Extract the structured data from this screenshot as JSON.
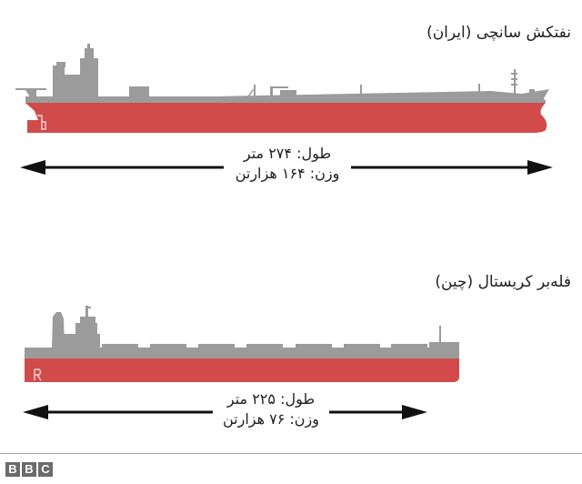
{
  "ships": [
    {
      "name": "نفتکش سانچی (ایران)",
      "length_label": "طول: ۲۷۴ متر",
      "weight_label": "وزن: ۱۶۴ هزارتن",
      "length_m": 274,
      "weight_kt": 164
    },
    {
      "name": "فله‌بر کریستال (چین)",
      "length_label": "طول: ۲۲۵ متر",
      "weight_label": "وزن: ۷۶ هزارتن",
      "length_m": 225,
      "weight_kt": 76
    }
  ],
  "colors": {
    "hull": "#d24b4b",
    "superstructure": "#9b9b9b",
    "arrow": "#111111",
    "logo": "#6b6b6b"
  },
  "footer": {
    "logo": [
      "B",
      "B",
      "C"
    ]
  }
}
